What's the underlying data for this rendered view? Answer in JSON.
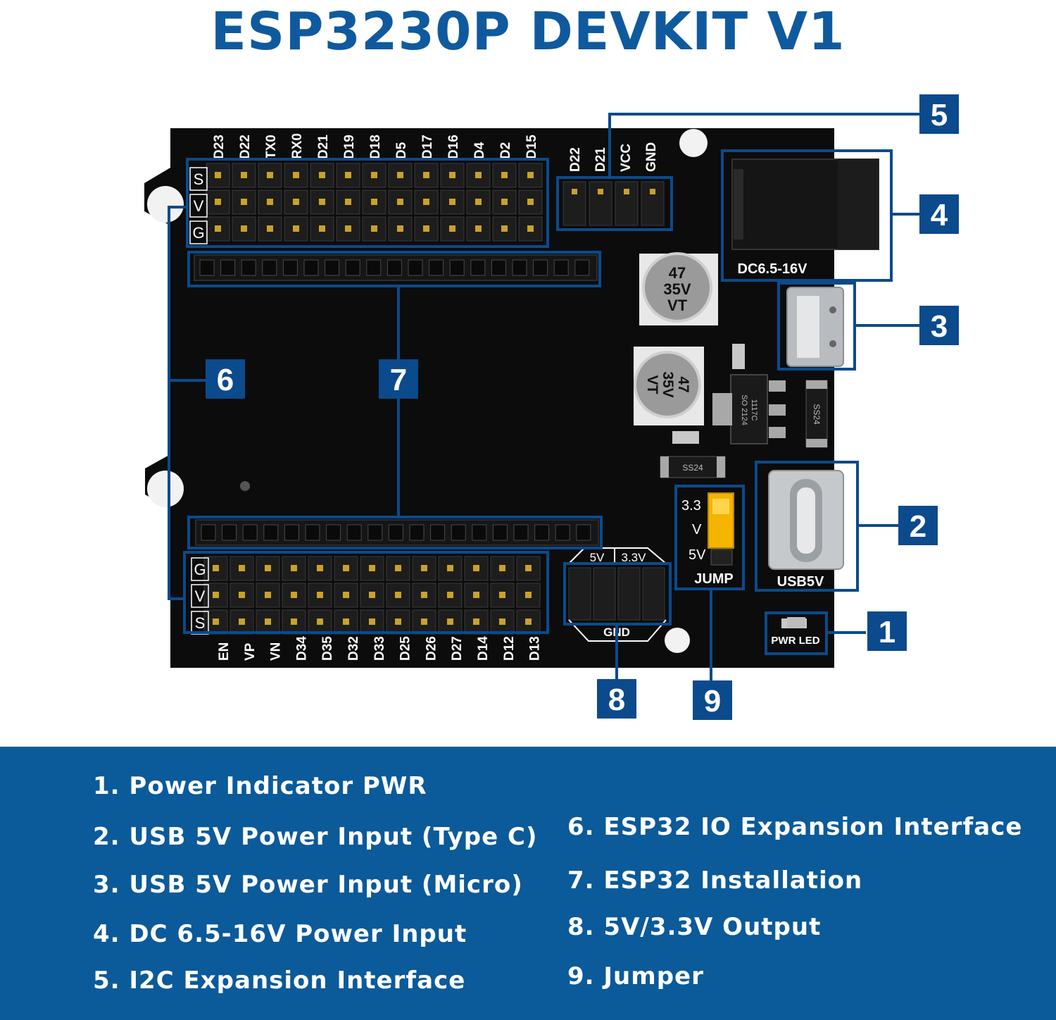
{
  "title": "ESP3230P DEVKIT V1",
  "colors": {
    "brand_blue": "#0f5a9e",
    "legend_bg": "#0b5a9a",
    "board": "#0c0c0c",
    "callout_box": "#0b4a8c"
  },
  "board": {
    "top_pins": [
      "D23",
      "D22",
      "TX0",
      "RX0",
      "D21",
      "D19",
      "D18",
      "D5",
      "D17",
      "D16",
      "D4",
      "D2",
      "D15"
    ],
    "bottom_pins": [
      "EN",
      "VP",
      "VN",
      "D34",
      "D35",
      "D32",
      "D33",
      "D25",
      "D26",
      "D27",
      "D14",
      "D12",
      "D13"
    ],
    "top_rows": [
      "S",
      "V",
      "G"
    ],
    "bottom_rows": [
      "G",
      "V",
      "S"
    ],
    "i2c_pins": [
      "D22",
      "D21",
      "VCC",
      "GND"
    ],
    "dc_label": "DC6.5-16V",
    "usb_label": "USB5V",
    "jump_label": "JUMP",
    "jump_3v3_a": "3.3",
    "jump_3v3_b": "V",
    "jump_5v": "5V",
    "out_5v": "5V",
    "out_3v3": "3.3V",
    "out_gnd": "GND",
    "pwr_led": "PWR LED",
    "cap1": [
      "47",
      "35V",
      "VT"
    ],
    "cap2": [
      "47",
      "35V",
      "VT"
    ],
    "reg_text": [
      "1117C",
      "SO 2124"
    ],
    "diode_text": "SS24"
  },
  "callouts": [
    "1",
    "2",
    "3",
    "4",
    "5",
    "6",
    "7",
    "8",
    "9"
  ],
  "legend": {
    "left": [
      "1. Power Indicator PWR",
      "2. USB 5V Power Input (Type C)",
      "3. USB 5V Power Input (Micro)",
      "4. DC 6.5-16V Power Input",
      "5. I2C Expansion Interface"
    ],
    "right": [
      "6. ESP32 IO Expansion Interface",
      "7. ESP32 Installation",
      "8. 5V/3.3V Output",
      "9. Jumper"
    ]
  }
}
